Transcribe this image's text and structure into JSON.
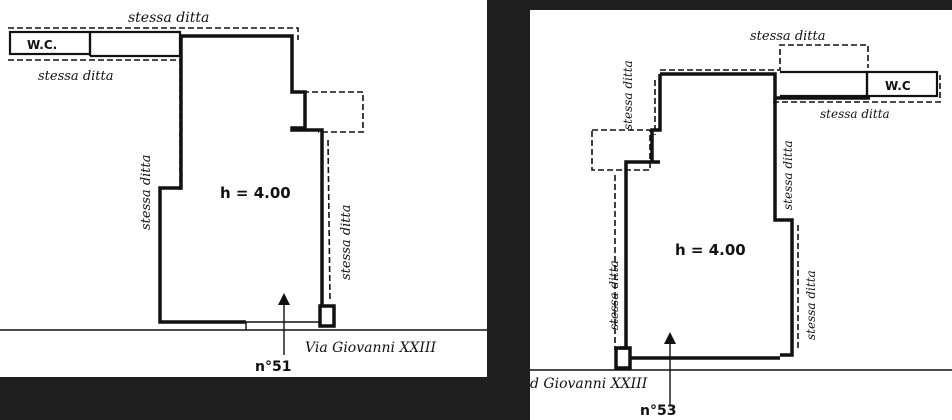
{
  "left_plan": {
    "neighbor_top": "stessa ditta",
    "neighbor_left_top": "stessa ditta",
    "neighbor_left_side": "stessa ditta",
    "neighbor_right_side": "stessa ditta",
    "wc": "W.C.",
    "height": "h = 4.00",
    "street": "Via Giovanni XXIII",
    "number": "n°51"
  },
  "right_plan": {
    "neighbor_top": "stessa ditta",
    "neighbor_left_top": "stessa ditta",
    "neighbor_left_side": "stessa ditta",
    "neighbor_right_top": "stessa ditta",
    "neighbor_right_side": "stessa ditta",
    "wc": "W.C",
    "height": "h = 4.00",
    "street": "d Giovanni XXIII",
    "number": "n°53"
  }
}
